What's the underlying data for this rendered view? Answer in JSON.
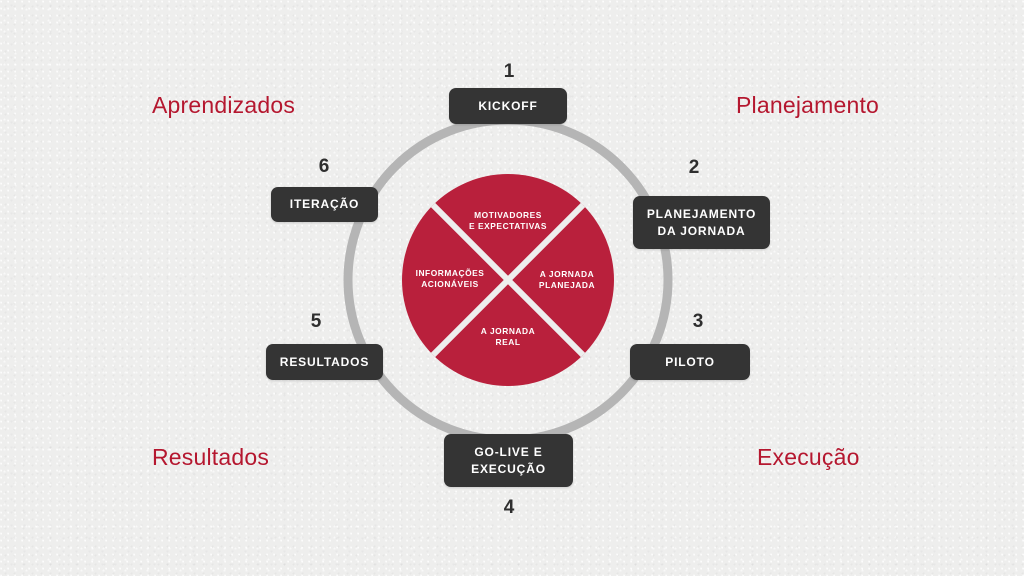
{
  "theme": {
    "background": "#eeeeed",
    "accent_red": "#b5172f",
    "pie_red": "#b9203c",
    "box_dark": "#343434",
    "ring_grey": "#b5b5b5",
    "text_white": "#ffffff"
  },
  "corner_labels": [
    {
      "id": "aprendizados",
      "text": "Aprendizados",
      "position": "top-left"
    },
    {
      "id": "planejamento",
      "text": "Planejamento",
      "position": "top-right"
    },
    {
      "id": "resultados",
      "text": "Resultados",
      "position": "bottom-left"
    },
    {
      "id": "execucao",
      "text": "Execução",
      "position": "bottom-right"
    }
  ],
  "center_wheel": {
    "shape": "circle-quartered",
    "segments": [
      {
        "id": "motivadores",
        "label": "MOTIVADORES\nE EXPECTATIVAS",
        "position": "top"
      },
      {
        "id": "jornada-planejada",
        "label": "A JORNADA\nPLANEJADA",
        "position": "right"
      },
      {
        "id": "jornada-real",
        "label": "A JORNADA\nREAL",
        "position": "bottom"
      },
      {
        "id": "informacoes-acionaveis",
        "label": "INFORMAÇÕES\nACIONÁVEIS",
        "position": "left"
      }
    ]
  },
  "steps": [
    {
      "number": "1",
      "label": "KICKOFF",
      "position": "top"
    },
    {
      "number": "2",
      "label": "PLANEJAMENTO\nDA JORNADA",
      "position": "top-right"
    },
    {
      "number": "3",
      "label": "PILOTO",
      "position": "bottom-right"
    },
    {
      "number": "4",
      "label": "GO-LIVE E\nEXECUÇÃO",
      "position": "bottom"
    },
    {
      "number": "5",
      "label": "RESULTADOS",
      "position": "bottom-left"
    },
    {
      "number": "6",
      "label": "ITERAÇÃO",
      "position": "top-left"
    }
  ]
}
